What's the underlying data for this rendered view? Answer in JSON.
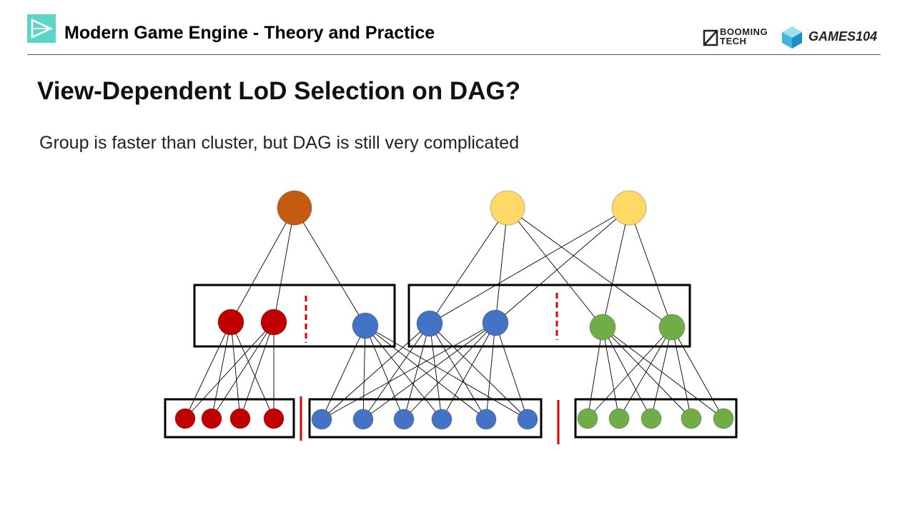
{
  "header": {
    "title": "Modern Game Engine - Theory and Practice",
    "brand1_line1": "BOOMING",
    "brand1_line2": "TECH",
    "brand2": "GAMES104"
  },
  "slide": {
    "title": "View-Dependent LoD Selection on DAG?",
    "subtitle": "Group is faster than cluster, but DAG is still very complicated"
  },
  "colors": {
    "orange": "#C55A11",
    "yellow": "#FFD966",
    "red": "#C00000",
    "blue": "#4472C4",
    "green": "#70AD47",
    "divider": "#E00000"
  }
}
